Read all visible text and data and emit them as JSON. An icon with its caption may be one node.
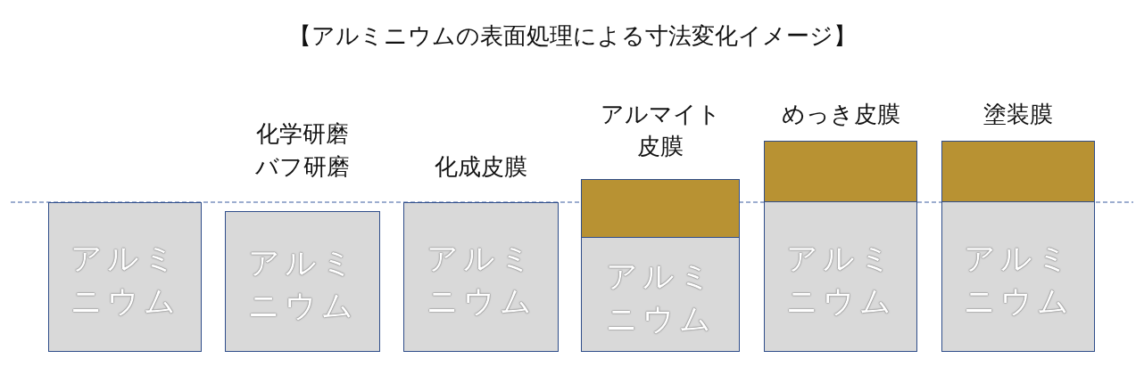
{
  "diagram": {
    "title": "【アルミニウムの表面処理による寸法変化イメージ】",
    "nodes": [
      {
        "text": [
          "アルミニウム"
        ]
      },
      {
        "text": [
          "化学研磨",
          "バフ研磨",
          "アルミニウム"
        ]
      },
      {
        "text": [
          "化成皮膜",
          "アルミニウム"
        ]
      },
      {
        "text": [
          "アルマイト皮膜"
        ]
      },
      {
        "text": [
          "アルミニウム"
        ]
      },
      {
        "text": [
          "めっき皮膜"
        ]
      },
      {
        "text": [
          "アルミニウム"
        ]
      },
      {
        "text": [
          "塗装膜"
        ]
      },
      {
        "text": [
          "アルミニウム"
        ]
      }
    ]
  }
}
